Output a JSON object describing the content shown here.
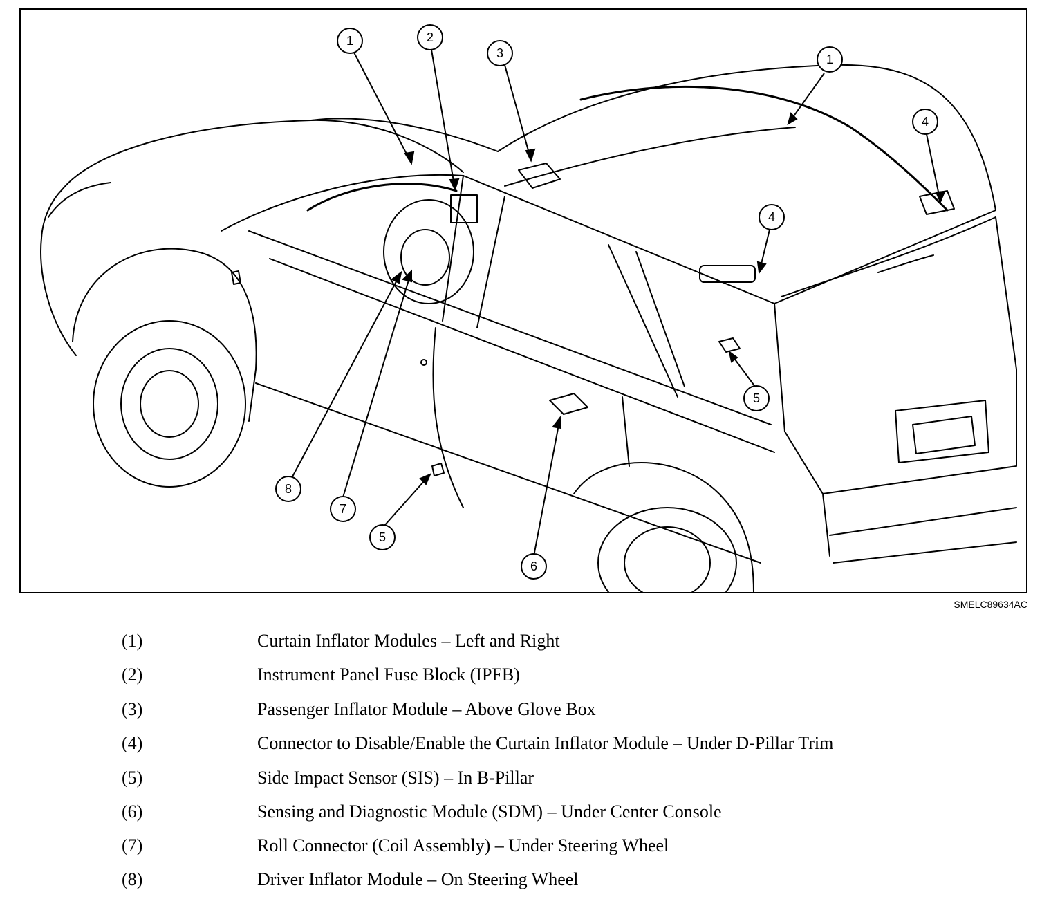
{
  "figure": {
    "code": "SMELC89634AC",
    "callouts": [
      "1",
      "2",
      "3",
      "1",
      "4",
      "4",
      "5",
      "5",
      "6",
      "7",
      "8"
    ]
  },
  "legend": [
    {
      "num": "(1)",
      "desc": "Curtain Inflator Modules – Left and Right"
    },
    {
      "num": "(2)",
      "desc": "Instrument Panel Fuse Block (IPFB)"
    },
    {
      "num": "(3)",
      "desc": "Passenger Inflator Module – Above Glove Box"
    },
    {
      "num": "(4)",
      "desc": "Connector to Disable/Enable the Curtain Inflator Module – Under D-Pillar Trim"
    },
    {
      "num": "(5)",
      "desc": "Side Impact Sensor (SIS) – In B-Pillar"
    },
    {
      "num": "(6)",
      "desc": "Sensing and Diagnostic Module (SDM) – Under Center Console"
    },
    {
      "num": "(7)",
      "desc": "Roll Connector (Coil Assembly) – Under Steering Wheel"
    },
    {
      "num": "(8)",
      "desc": "Driver Inflator Module – On Steering Wheel"
    }
  ]
}
